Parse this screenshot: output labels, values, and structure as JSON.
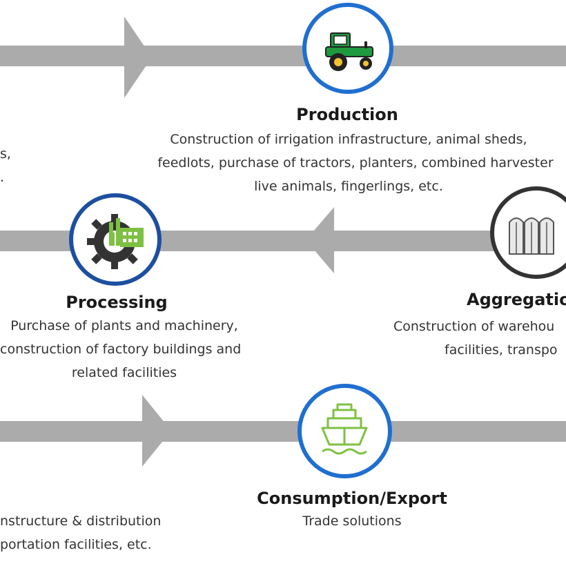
{
  "colors": {
    "band": "#ababab",
    "ring_blue": "#1f6fd1",
    "ring_navy": "#1d4fa0",
    "ring_dark": "#333333",
    "icon_green": "#7ec142",
    "tractor_green": "#1f9a3e"
  },
  "stages": {
    "production": {
      "icon": "tractor-icon",
      "title": "Production",
      "desc": [
        "Construction of irrigation infrastructure, animal sheds,",
        "feedlots, purchase of tractors, planters, combined harvester",
        "live animals, fingerlings, etc."
      ]
    },
    "processing": {
      "icon": "factory-gear-icon",
      "title": "Processing",
      "desc": [
        "Purchase of plants and machinery,",
        "construction of factory buildings and",
        "related facilities"
      ]
    },
    "aggregation": {
      "icon": "silo-icon",
      "title": "Aggregation",
      "desc": [
        "Construction of warehou",
        "facilities, transpo"
      ]
    },
    "consumption": {
      "icon": "ship-icon",
      "title": "Consumption/Export",
      "desc": [
        "Trade solutions"
      ]
    },
    "left_partial_top": {
      "desc": [
        "s,",
        "."
      ]
    },
    "left_partial_bottom": {
      "desc": [
        "nstructure & distribution",
        "portation facilities, etc."
      ]
    }
  }
}
